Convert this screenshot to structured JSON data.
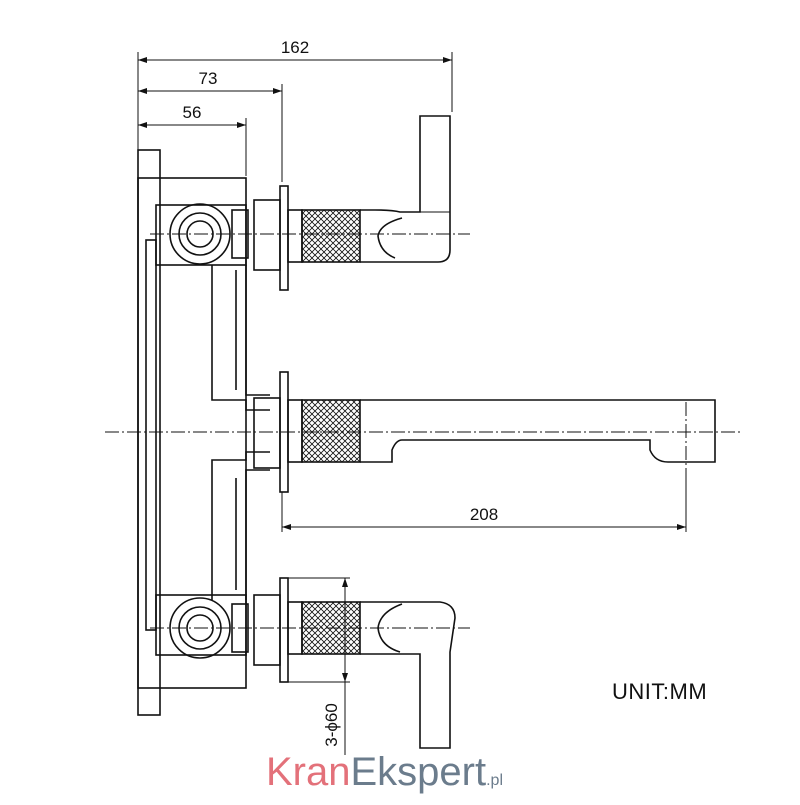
{
  "dimensions": {
    "overall_width": "162",
    "to_flange": "73",
    "to_body": "56",
    "spout_length": "208",
    "flange_diameter": "3-ϕ60"
  },
  "unit_label": "UNIT:MM",
  "brand": {
    "part1": "Kran",
    "part2": "Ekspert",
    "part3": ".pl"
  }
}
